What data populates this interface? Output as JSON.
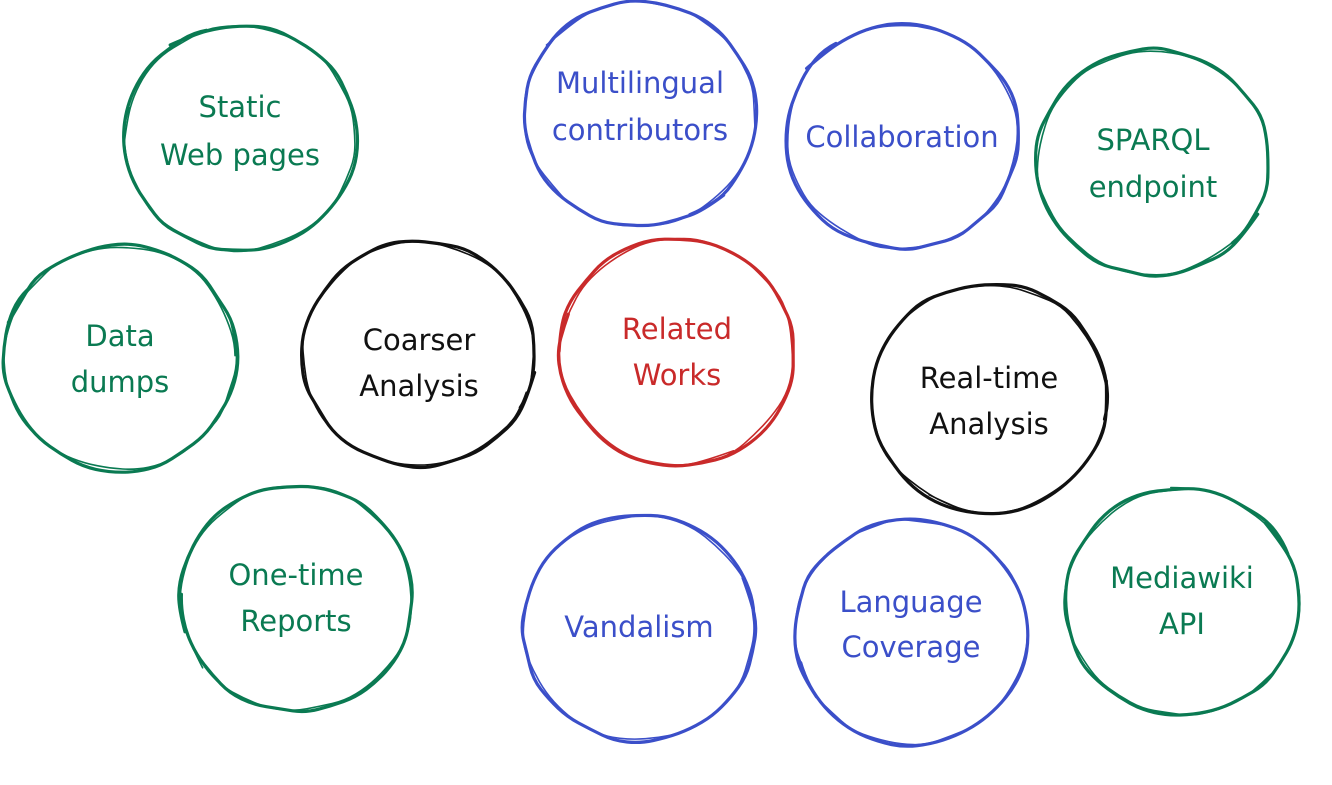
{
  "colors": {
    "green": "#0a7a52",
    "blue": "#3b4fc9",
    "red": "#c92a2a",
    "black": "#111111"
  },
  "nodes": [
    {
      "id": "static-web-pages",
      "lines": [
        "Static",
        "Web pages"
      ],
      "color": "green"
    },
    {
      "id": "multilingual-contributors",
      "lines": [
        "Multilingual",
        "contributors"
      ],
      "color": "blue"
    },
    {
      "id": "collaboration",
      "lines": [
        "Collaboration"
      ],
      "color": "blue"
    },
    {
      "id": "sparql-endpoint",
      "lines": [
        "SPARQL",
        "endpoint"
      ],
      "color": "green"
    },
    {
      "id": "data-dumps",
      "lines": [
        "Data",
        "dumps"
      ],
      "color": "green"
    },
    {
      "id": "coarser-analysis",
      "lines": [
        "Coarser",
        "Analysis"
      ],
      "color": "black"
    },
    {
      "id": "related-works",
      "lines": [
        "Related",
        "Works"
      ],
      "color": "red"
    },
    {
      "id": "real-time-analysis",
      "lines": [
        "Real-time",
        "Analysis"
      ],
      "color": "black"
    },
    {
      "id": "one-time-reports",
      "lines": [
        "One-time",
        "Reports"
      ],
      "color": "green"
    },
    {
      "id": "vandalism",
      "lines": [
        "Vandalism"
      ],
      "color": "blue"
    },
    {
      "id": "language-coverage",
      "lines": [
        "Language",
        "Coverage"
      ],
      "color": "blue"
    },
    {
      "id": "mediawiki-api",
      "lines": [
        "Mediawiki",
        "API"
      ],
      "color": "green"
    }
  ]
}
